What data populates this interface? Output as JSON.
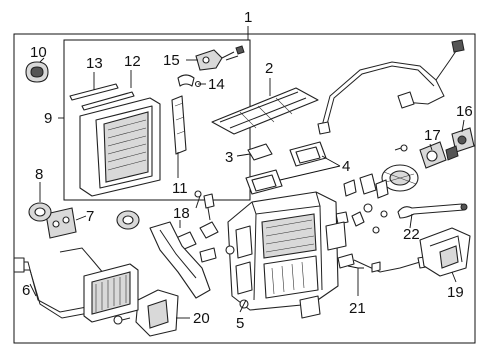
{
  "callouts": {
    "c1": "1",
    "c2": "2",
    "c3": "3",
    "c4": "4",
    "c5": "5",
    "c6": "6",
    "c7": "7",
    "c8": "8",
    "c9": "9",
    "c10": "10",
    "c11": "11",
    "c12": "12",
    "c13": "13",
    "c14": "14",
    "c15": "15",
    "c16": "16",
    "c17": "17",
    "c18": "18",
    "c19": "19",
    "c20": "20",
    "c21": "21",
    "c22": "22"
  },
  "colors": {
    "line": "#222222",
    "fill": "#ffffff",
    "shade": "#d9d9d9"
  }
}
